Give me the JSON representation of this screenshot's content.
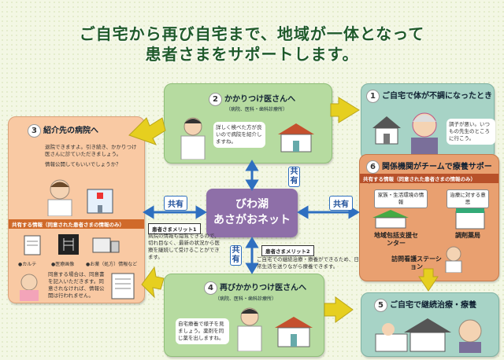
{
  "title": {
    "line1": "ご自宅から再び自宅まで、地域が一体となって",
    "line2": "患者さまをサポートします。"
  },
  "steps": {
    "s1": {
      "num": "1",
      "label": "ご自宅で体が不調になったとき",
      "bubble": "調子が悪い。いつもの先生のところに行こう。"
    },
    "s2": {
      "num": "2",
      "label": "かかりつけ医さんへ",
      "sub": "（病院、医科・歯科診療所）",
      "text": "詳しく検べた方が良いので病院を紹介しますね。"
    },
    "s3": {
      "num": "3",
      "label": "紹介先の病院へ",
      "text1": "退院できますよ。引き続き、かかりつけ医さんに診ていただきましょう。",
      "text2": "情報公開してもいいでしょうか？",
      "share_header": "共有する情報（同意された患者さまの情報のみ）",
      "items": [
        "●カルテ",
        "●医療画像",
        "●お薬（処方）情報など"
      ],
      "consent": "同意する場合は、同意書を記入いただきます。同意されなければ、情報公開は行われません。"
    },
    "s4": {
      "num": "4",
      "label": "再びかかりつけ医さんへ",
      "sub": "（病院、医科・歯科診療所）",
      "text": "自宅療養で様子を見ましょう。薬剤を同じ薬を出しますね。"
    },
    "s5": {
      "num": "5",
      "label": "ご自宅で継続治療・療養"
    },
    "s6": {
      "num": "6",
      "label": "関係機関がチームで療養サポート",
      "share_header": "共有する情報（同意された患者さまの情報のみ）",
      "info1": "家族・生活環境の情報",
      "info2": "治療に対する意思",
      "fac1": "地域包括支援センター",
      "fac2": "調剤薬局",
      "fac3": "訪問看護ステーション"
    }
  },
  "center": {
    "line1": "びわ湖",
    "line2": "あさがおネット"
  },
  "shared_label": "共有",
  "merit1": {
    "label": "患者さまメリット1",
    "text": "病院の情報も閲覧できるので、切れ目なく、最新の状況から医療を継続して受けることができます。"
  },
  "merit2": {
    "label": "患者さまメリット2",
    "text": "ご自宅での継続治療・療養ができるため、日常生活を送りながら療養できます。"
  },
  "colors": {
    "step1": "#a7d3c6",
    "step2": "#b6dba0",
    "step3": "#f9c9a3",
    "step4": "#b6dba0",
    "step5": "#a7d3c6",
    "step6": "#e9a070",
    "center": "#8e6fa8",
    "share": "#2e6fc0",
    "arrow": "#e6cf1f"
  }
}
